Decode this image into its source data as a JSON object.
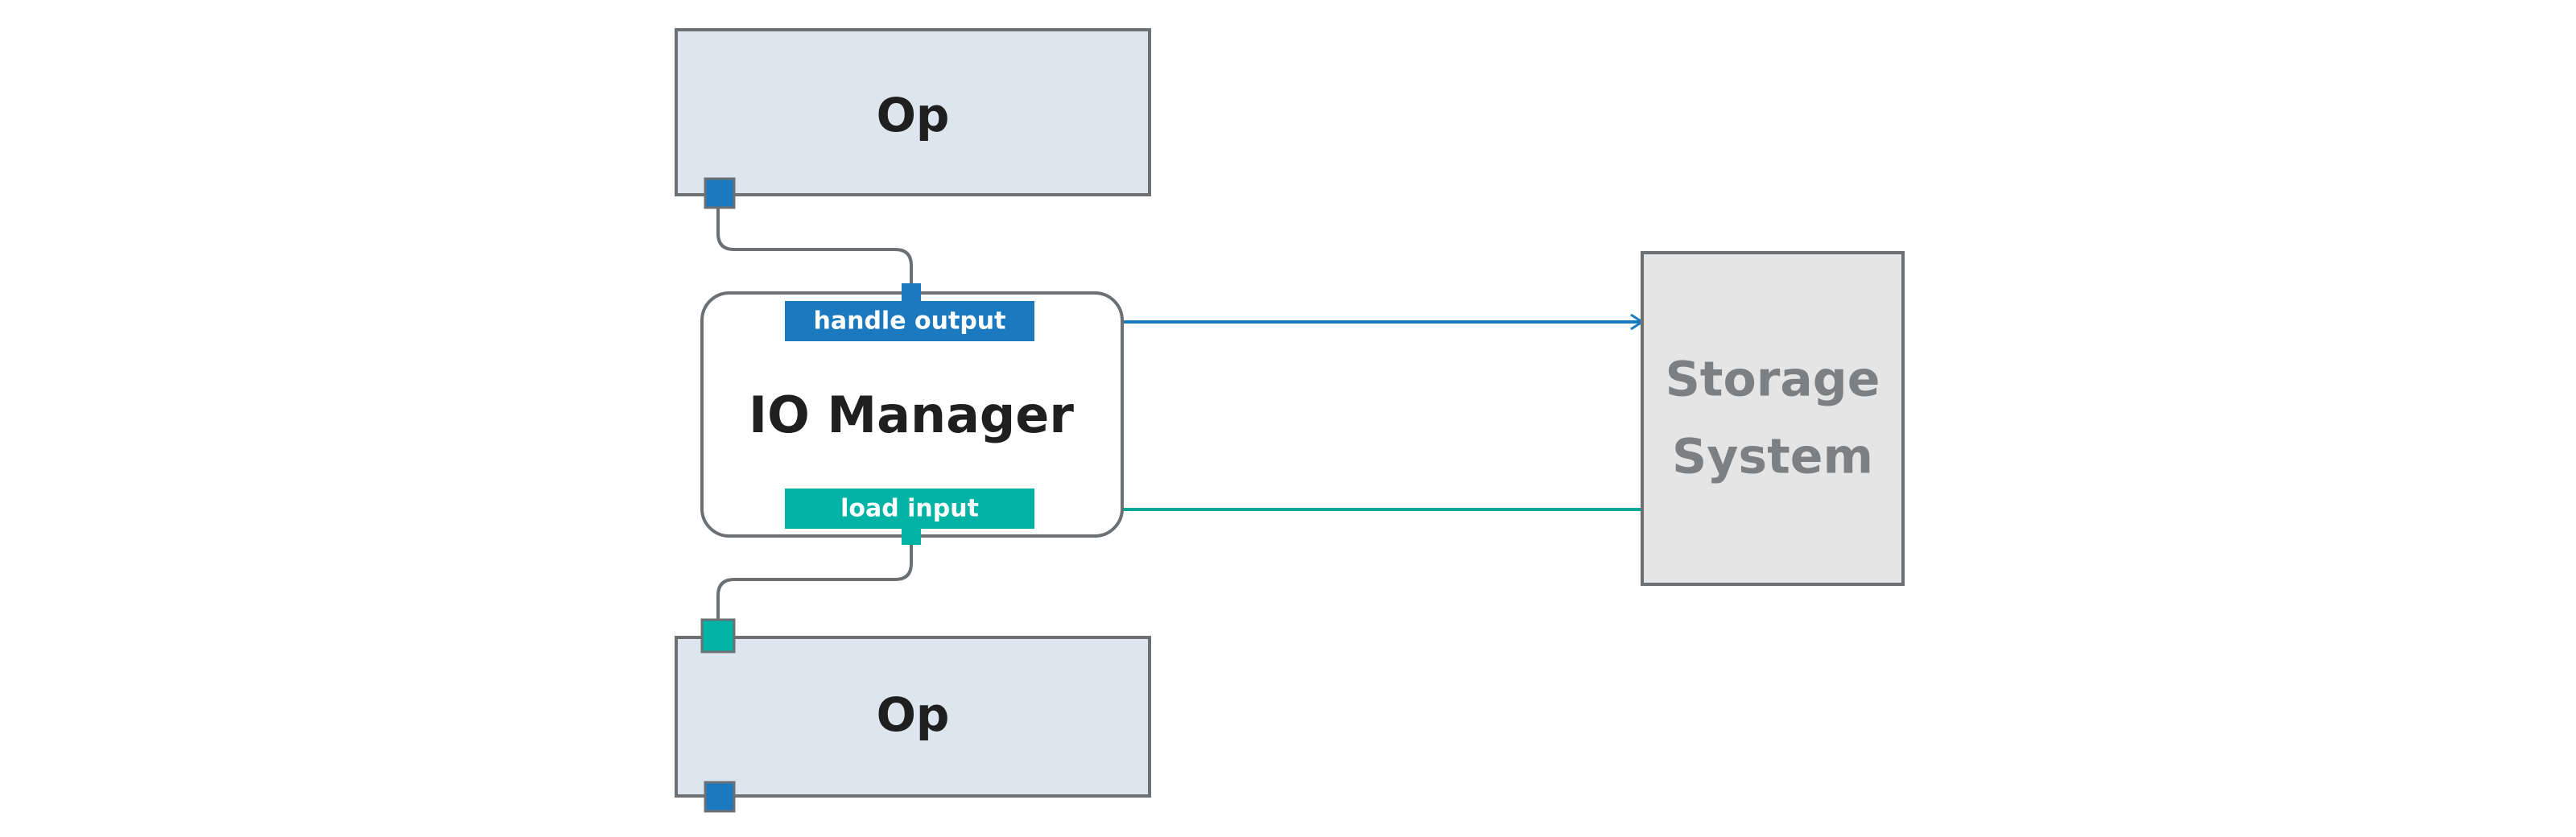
{
  "colors": {
    "op_fill": "#dde6ee",
    "border": "#6d7073",
    "output_blue": "#1b7abf",
    "input_teal": "#00b3a4",
    "storage_fill": "#e5e5e5",
    "storage_text": "#7c8083",
    "arrow_out": "#1b7abf",
    "arrow_in": "#00a89a"
  },
  "nodes": {
    "op_top": {
      "label": "Op"
    },
    "io_manager": {
      "label": "IO Manager",
      "handle_output": "handle output",
      "load_input": "load input"
    },
    "op_bottom": {
      "label": "Op"
    },
    "storage": {
      "line1": "Storage",
      "line2": "System"
    }
  }
}
